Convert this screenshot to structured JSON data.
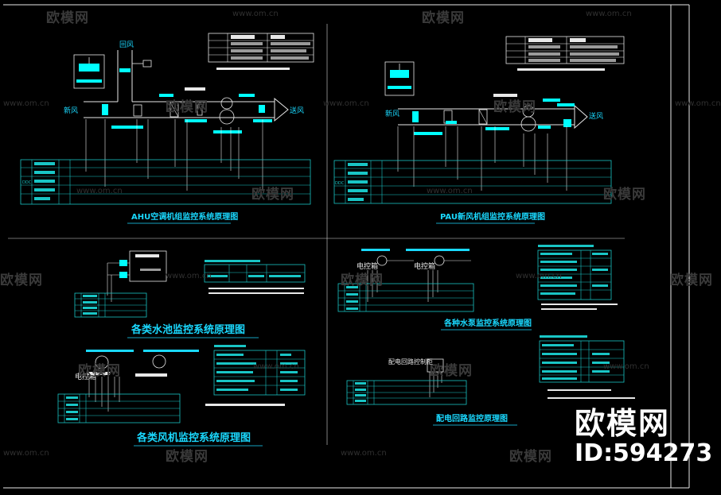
{
  "watermark": {
    "brand": "欧模网",
    "url": "www.om.cn"
  },
  "logo": {
    "line1": "欧模网",
    "line2": "ID:594273"
  },
  "labels": {
    "ahu_title": "AHU空调机组监控系统原理图",
    "pau_title": "PAU新风机组监控系统原理图",
    "water_title": "各类水池监控系统原理图",
    "fan_title": "各类风机监控系统原理图",
    "pump_title": "各种水泵监控系统原理图",
    "power_title": "配电回路监控原理图",
    "return_air": "回风",
    "fresh_air": "新风",
    "supply_air": "送风",
    "ddc": "DDC",
    "pump_motor_a": "电控箱",
    "pump_motor_b": "电控箱",
    "fan_motor": "电控箱",
    "fan_box": "电控箱",
    "power_box": "配电回路控制柜"
  },
  "colors": {
    "line": "#e8e8e8",
    "cyan": "#00ffff",
    "bright_cyan": "#1ad9ff",
    "dim": "#9a9a9a",
    "table": "#19c5c5"
  }
}
